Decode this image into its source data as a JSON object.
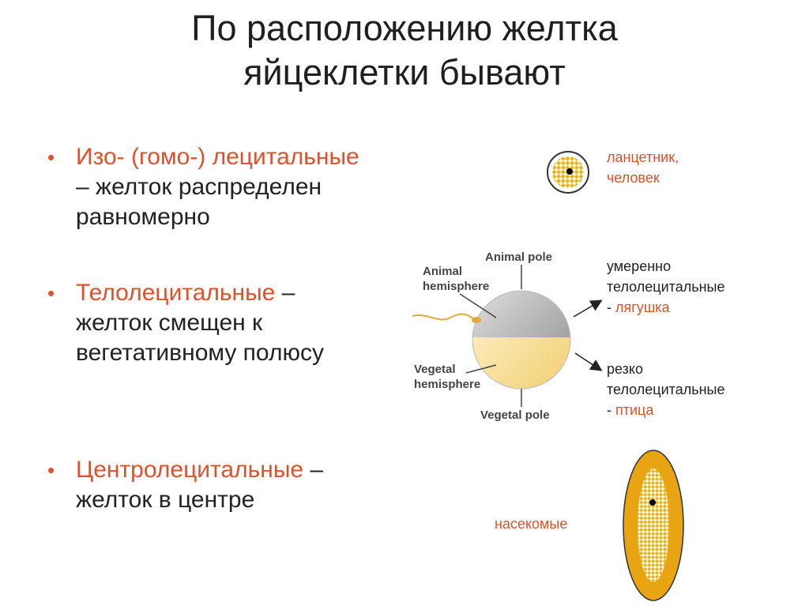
{
  "title": {
    "line1": "По расположению желтка",
    "line2": "яйцеклетки бывают"
  },
  "bullets": [
    {
      "term": "Изо- (гомо-) лецитальные",
      "rest1": "",
      "line2": "– желток распределен",
      "line3": "равномерно"
    },
    {
      "term": "Телолецитальные",
      "rest1": " –",
      "line2": "желток смещен к",
      "line3": "вегетативному полюсу"
    },
    {
      "term": "Центролецитальные",
      "rest1": " –",
      "line2": "желток в центре",
      "line3": ""
    }
  ],
  "examples": {
    "iso": {
      "line1": "ланцетник,",
      "line2": "человек"
    },
    "moderate": {
      "line1": "умеренно",
      "line2": "телолецитальные",
      "prefix": "- ",
      "animal": "лягушка"
    },
    "strong": {
      "line1": "резко",
      "line2": "телолецитальные",
      "prefix": "- ",
      "animal": "птица"
    },
    "centro": {
      "label": "насекомые"
    }
  },
  "diagram": {
    "animal_pole": "Animal pole",
    "animal_hemisphere_1": "Animal",
    "animal_hemisphere_2": "hemisphere",
    "vegetal_hemisphere_1": "Vegetal",
    "vegetal_hemisphere_2": "hemisphere",
    "vegetal_pole": "Vegetal pole"
  },
  "colors": {
    "accent": "#e0502a",
    "yolk": "#f5d27a",
    "animal": "#a7a7a7",
    "insect_outer": "#e8a412"
  }
}
